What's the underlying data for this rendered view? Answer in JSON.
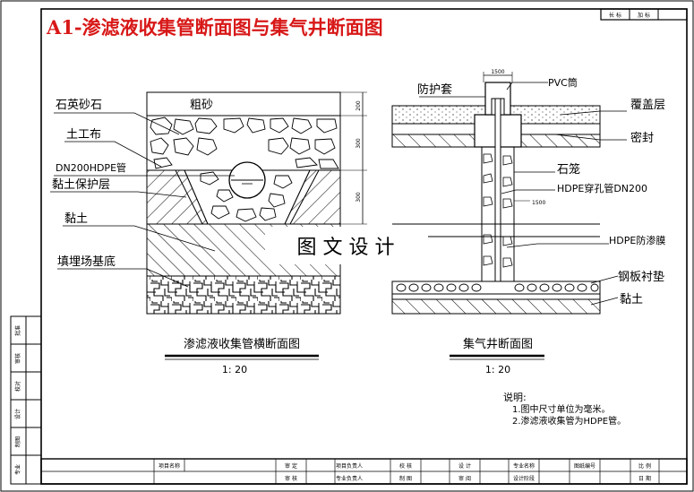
{
  "sheet_title": "A1-渗滤液收集管断面图与集气井断面图",
  "watermark": "图 文 设 计",
  "left_section": {
    "caption": "渗滤液收集管横断面图",
    "scale": "1: 20",
    "labels": {
      "quartz_gravel": "石英砂石",
      "coarse_sand": "粗砂",
      "geotextile": "土工布",
      "pipe": "DN200HDPE管",
      "clay_protection": "黏土保护层",
      "clay": "黏土",
      "landfill_base": "填埋场基底"
    },
    "dims": [
      "200",
      "300",
      "300"
    ]
  },
  "right_section": {
    "caption": "集气井断面图",
    "scale": "1: 20",
    "labels": {
      "protective_sleeve": "防护套",
      "pvc_cylinder": "PVC筒",
      "cover_layer": "覆盖层",
      "seal": "密封",
      "gabion": "石笼",
      "perforated_pipe": "HDPE穿孔管DN200",
      "membrane": "HDPE防渗膜",
      "steel_liner": "钢板衬垫",
      "clay": "黏土"
    },
    "dims": [
      "1500",
      "1500"
    ]
  },
  "notes": {
    "heading": "说明:",
    "items": [
      "1.图中尺寸单位为毫米。",
      "2.渗滤液收集管为HDPE管。"
    ]
  },
  "title_block": {
    "row1": [
      "项目名称",
      "审 定",
      "项目负责人",
      "校 核",
      "设 计",
      "专业名称",
      "图纸编号",
      "比 例"
    ],
    "row2": [
      "审 核",
      "专业负责人",
      "制 图",
      "审 阅",
      "设计阶段",
      "日 期"
    ]
  },
  "corner_block": [
    "长 标",
    "加 标"
  ],
  "left_strip": [
    "批准",
    "审核",
    "校对",
    "设计",
    "制图",
    "专业"
  ]
}
